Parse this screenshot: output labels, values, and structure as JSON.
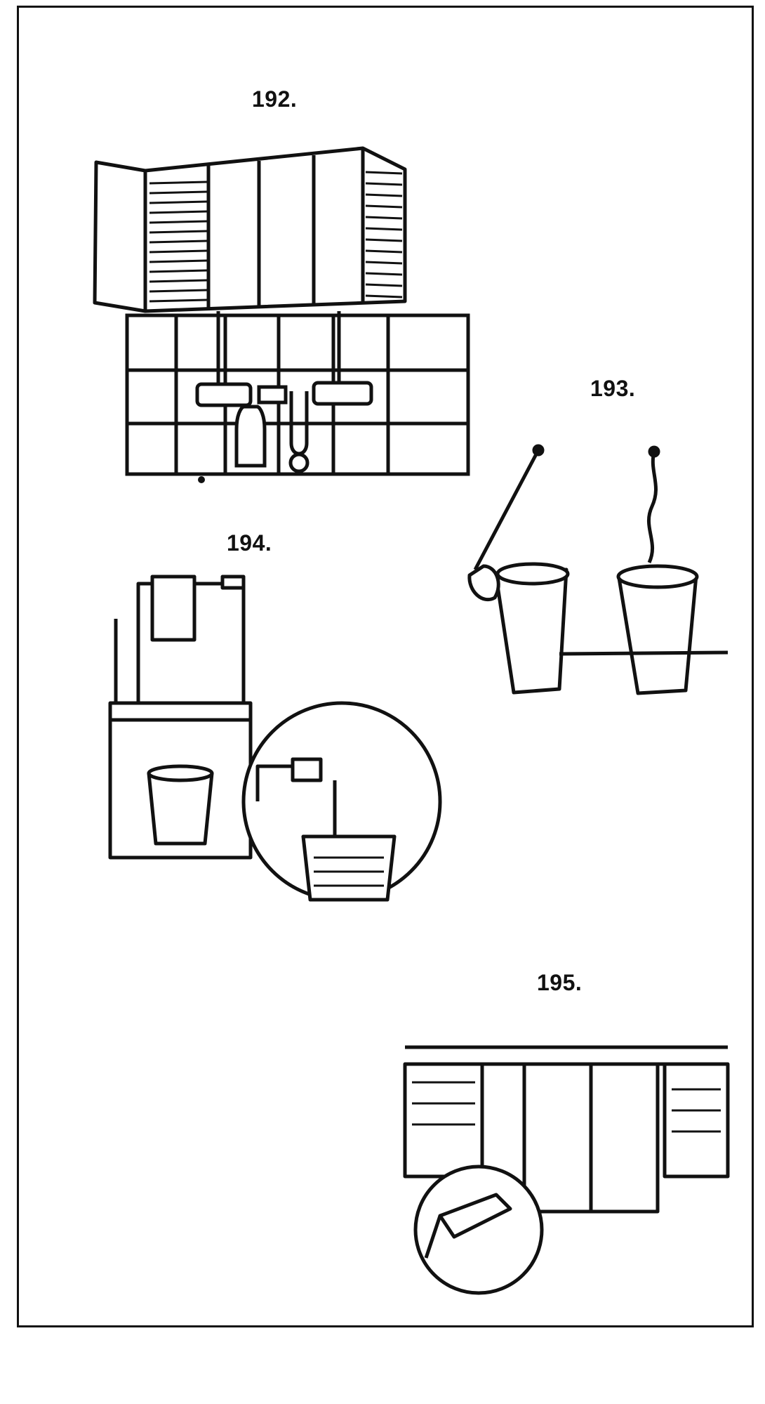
{
  "figures": [
    {
      "number": "192."
    },
    {
      "number": "193."
    },
    {
      "number": "194."
    },
    {
      "number": "195."
    }
  ]
}
